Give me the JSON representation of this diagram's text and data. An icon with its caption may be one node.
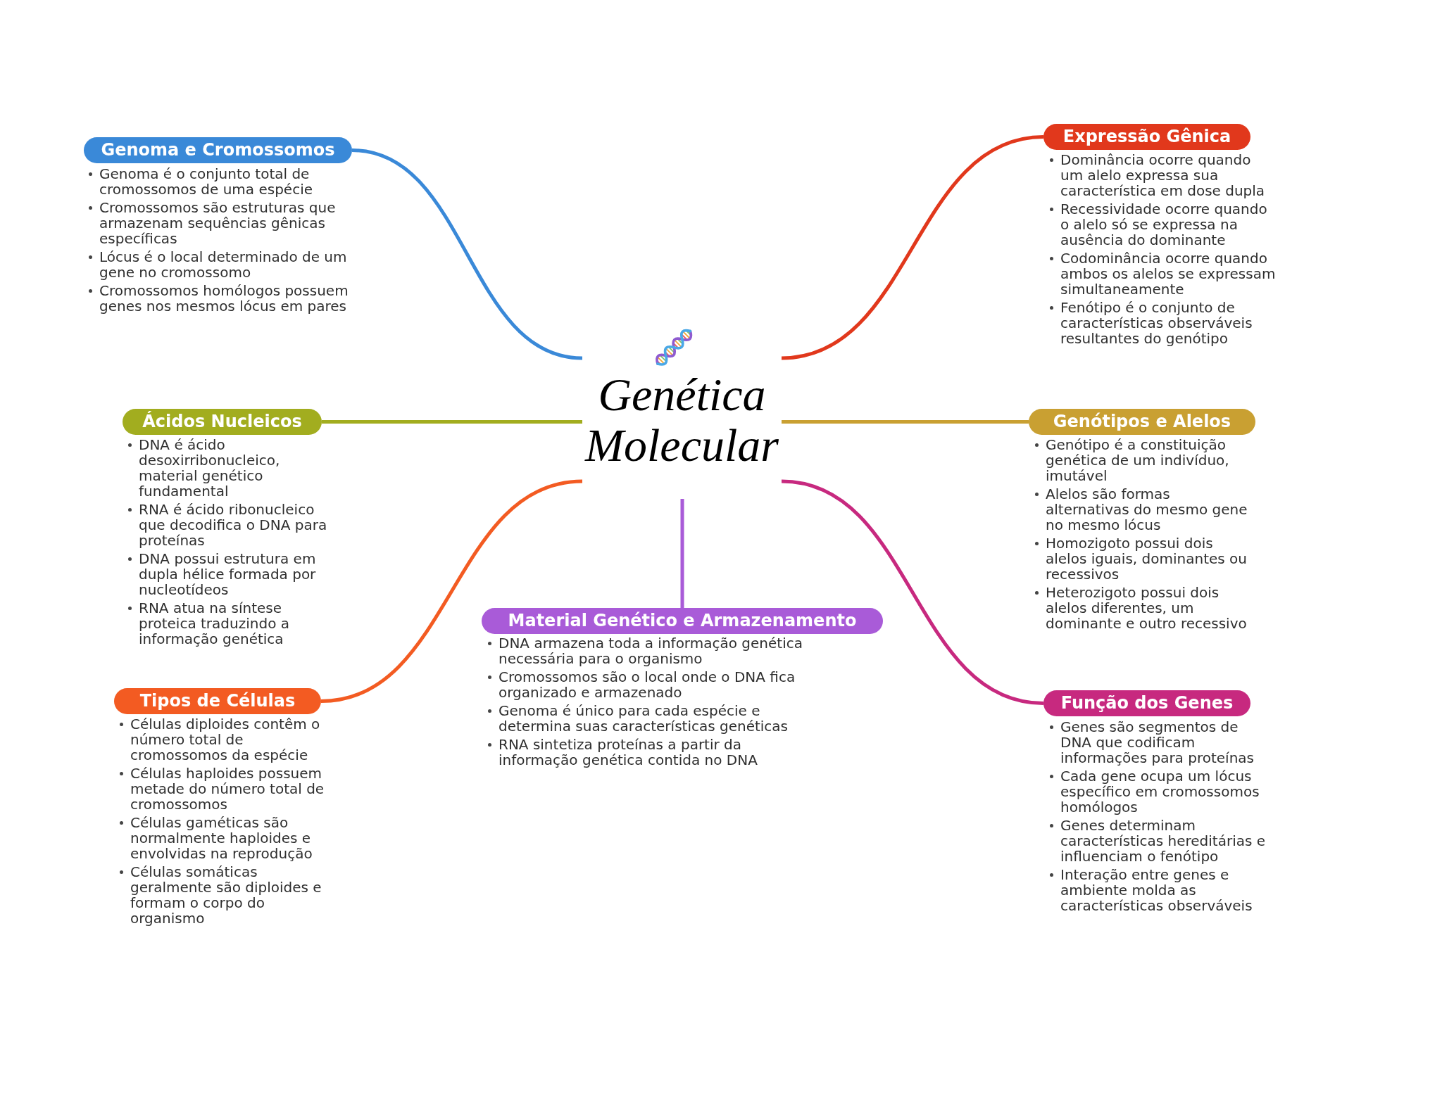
{
  "diagram": {
    "nodes": [
      {
        "text": [
          "Genética Molecular"
        ]
      },
      {
        "text": [
          "Genoma e Cromossomos"
        ],
        "beside": [
          "Genoma é o conjunto total de cromossomos de uma espécie",
          "Cromossomos são estruturas que armazenam sequências gênicas específicas",
          "Lócus é o local determinado de um gene no cromossomo",
          "Cromossomos homólogos possuem genes nos mesmos lócus em pares"
        ]
      },
      {
        "text": [
          "Expressão Gênica"
        ],
        "beside": [
          "Dominância ocorre quando um alelo expressa sua característica em dose dupla",
          "Recessividade ocorre quando o alelo só se expressa na ausência do dominante",
          "Codominância ocorre quando ambos os alelos se expressam simultaneamente",
          "Fenótipo é o conjunto de características observáveis resultantes do genótipo"
        ]
      },
      {
        "text": [
          "Ácidos Nucleicos"
        ],
        "beside": [
          "DNA é ácido desoxirribonucleico, material genético fundamental",
          "RNA é ácido ribonucleico que decodifica o DNA para proteínas",
          "DNA possui estrutura em dupla hélice formada por nucleotídeos",
          "RNA atua na síntese proteica traduzindo a informação genética"
        ]
      },
      {
        "text": [
          "Genótipos e Alelos"
        ],
        "beside": [
          "Genótipo é a constituição genética de um indivíduo, imutável",
          "Alelos são formas alternativas do mesmo gene no mesmo lócus",
          "Homozigoto possui dois alelos iguais, dominantes ou recessivos",
          "Heterozigoto possui dois alelos diferentes, um dominante e outro recessivo"
        ]
      },
      {
        "text": [
          "Material Genético e Armazenamento"
        ],
        "beside": [
          "DNA armazena toda a informação genética necessária para o organismo",
          "Cromossomos são o local onde o DNA fica organizado e armazenado",
          "Genoma é único para cada espécie e determina suas características genéticas",
          "RNA sintetiza proteínas a partir da informação genética contida no DNA"
        ]
      },
      {
        "text": [
          "Tipos de Células"
        ],
        "beside": [
          "Células diploides contêm o número total de cromossomos da espécie",
          "Células haploides possuem metade do número total de cromossomos",
          "Células gaméticas são normalmente haploides e envolvidas na reprodução",
          "Células somáticas geralmente são diploides e formam o corpo do organismo"
        ]
      },
      {
        "text": [
          "Função dos Genes"
        ],
        "beside": [
          "Genes são segmentos de DNA que codificam informações para proteínas",
          "Cada gene ocupa um lócus específico em cromossomos homólogos",
          "Genes determinam características hereditárias e influenciam o fenótipo",
          "Interação entre genes e ambiente molda as características observáveis"
        ]
      }
    ],
    "edges": [
      {
        "from": 0,
        "to": 1,
        "arrow": "none",
        "color": "#3a89d8"
      },
      {
        "from": 0,
        "to": 2,
        "arrow": "none",
        "color": "#e1381c"
      },
      {
        "from": 0,
        "to": 3,
        "arrow": "none",
        "color": "#a2ad1f"
      },
      {
        "from": 0,
        "to": 4,
        "arrow": "none",
        "color": "#c9a032"
      },
      {
        "from": 0,
        "to": 5,
        "arrow": "none",
        "color": "#a95bd8"
      },
      {
        "from": 0,
        "to": 6,
        "arrow": "none",
        "color": "#f35b22"
      },
      {
        "from": 0,
        "to": 7,
        "arrow": "none",
        "color": "#c7297f"
      }
    ]
  }
}
